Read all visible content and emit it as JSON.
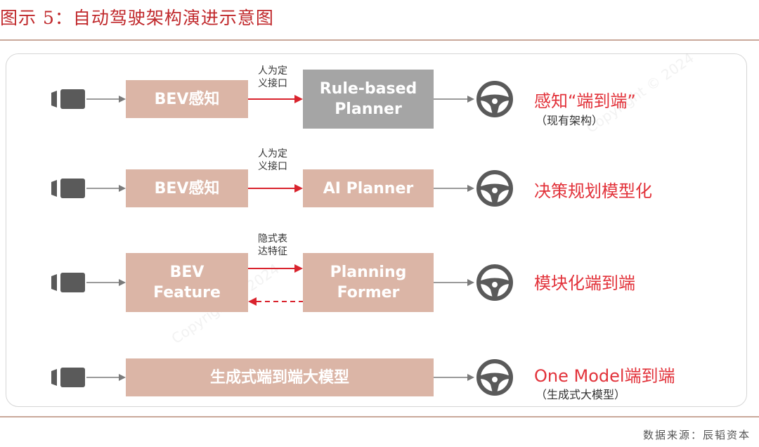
{
  "header": {
    "title": "图示 5：自动驾驶架构演进示意图"
  },
  "rows": [
    {
      "left_box": "BEV感知",
      "interface_note": "人为定\n义接口",
      "right_box": "Rule-based\nPlanner",
      "label": "感知“端到端”",
      "sublabel": "（现有架构）"
    },
    {
      "left_box": "BEV感知",
      "interface_note": "人为定\n义接口",
      "right_box": "AI Planner",
      "label": "决策规划模型化"
    },
    {
      "left_box": "BEV\nFeature",
      "interface_note": "隐式表\n达特征",
      "right_box": "Planning\nFormer",
      "label": "模块化端到端"
    },
    {
      "wide_box": "生成式端到端大模型",
      "label": "One Model端到端",
      "sublabel": "（生成式大模型）"
    }
  ],
  "footer": {
    "source": "数据来源：辰韬资本"
  },
  "colors": {
    "title_red": "#c0282b",
    "box_tan": "#dbb5a6",
    "box_gray": "#a5a5a5",
    "arrow_red": "#d9232d",
    "arrow_gray": "#7a7a7a",
    "label_red": "#e2323a",
    "icon_dark": "#5a5a5a"
  },
  "icons": {
    "camera": "camera-icon",
    "steering": "steering-wheel-icon"
  }
}
